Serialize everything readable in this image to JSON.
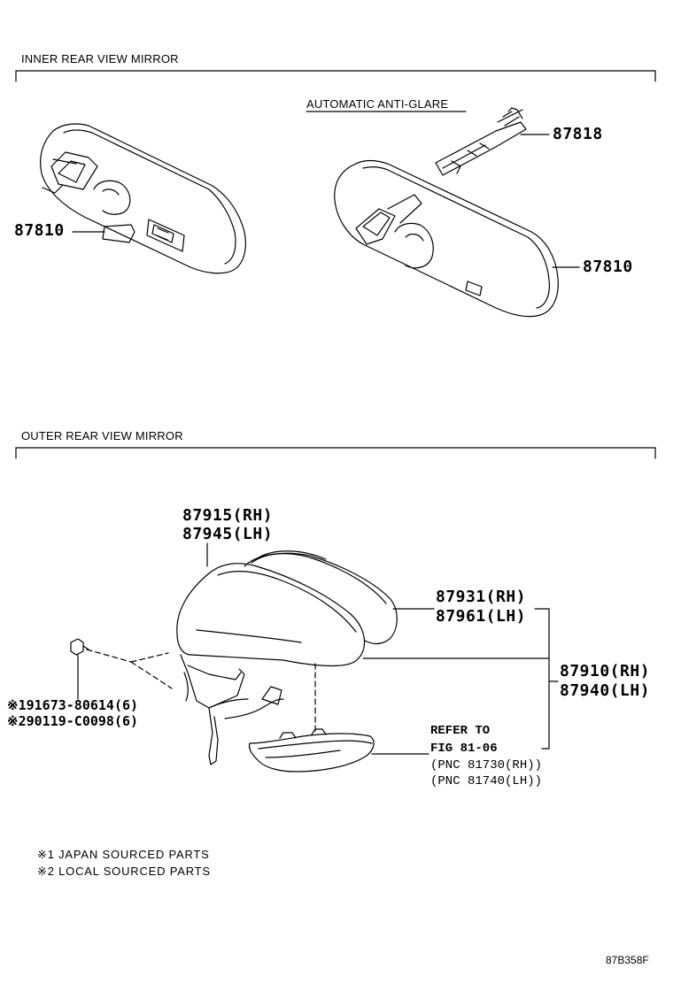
{
  "sections": {
    "inner": "INNER REAR VIEW MIRROR",
    "outer": "OUTER REAR VIEW MIRROR"
  },
  "inner": {
    "anti_glare_label": "AUTOMATIC ANTI-GLARE",
    "part_left": "87810",
    "part_right": "87810",
    "part_bracket": "87818"
  },
  "outer": {
    "cover_rh": "87915(RH)",
    "cover_lh": "87945(LH)",
    "glass_rh": "87931(RH)",
    "glass_lh": "87961(LH)",
    "assy_rh": "87910(RH)",
    "assy_lh": "87940(LH)",
    "screw_1": "※191673-80614(6)",
    "screw_2": "※290119-C0098(6)",
    "refer_1": "REFER TO",
    "refer_2": "FIG 81-06",
    "pnc_1": "(PNC 81730(RH))",
    "pnc_2": "(PNC 81740(LH))"
  },
  "notes": [
    "※1 JAPAN SOURCED PARTS",
    "※2 LOCAL SOURCED PARTS"
  ],
  "figure_code": "87B358F"
}
